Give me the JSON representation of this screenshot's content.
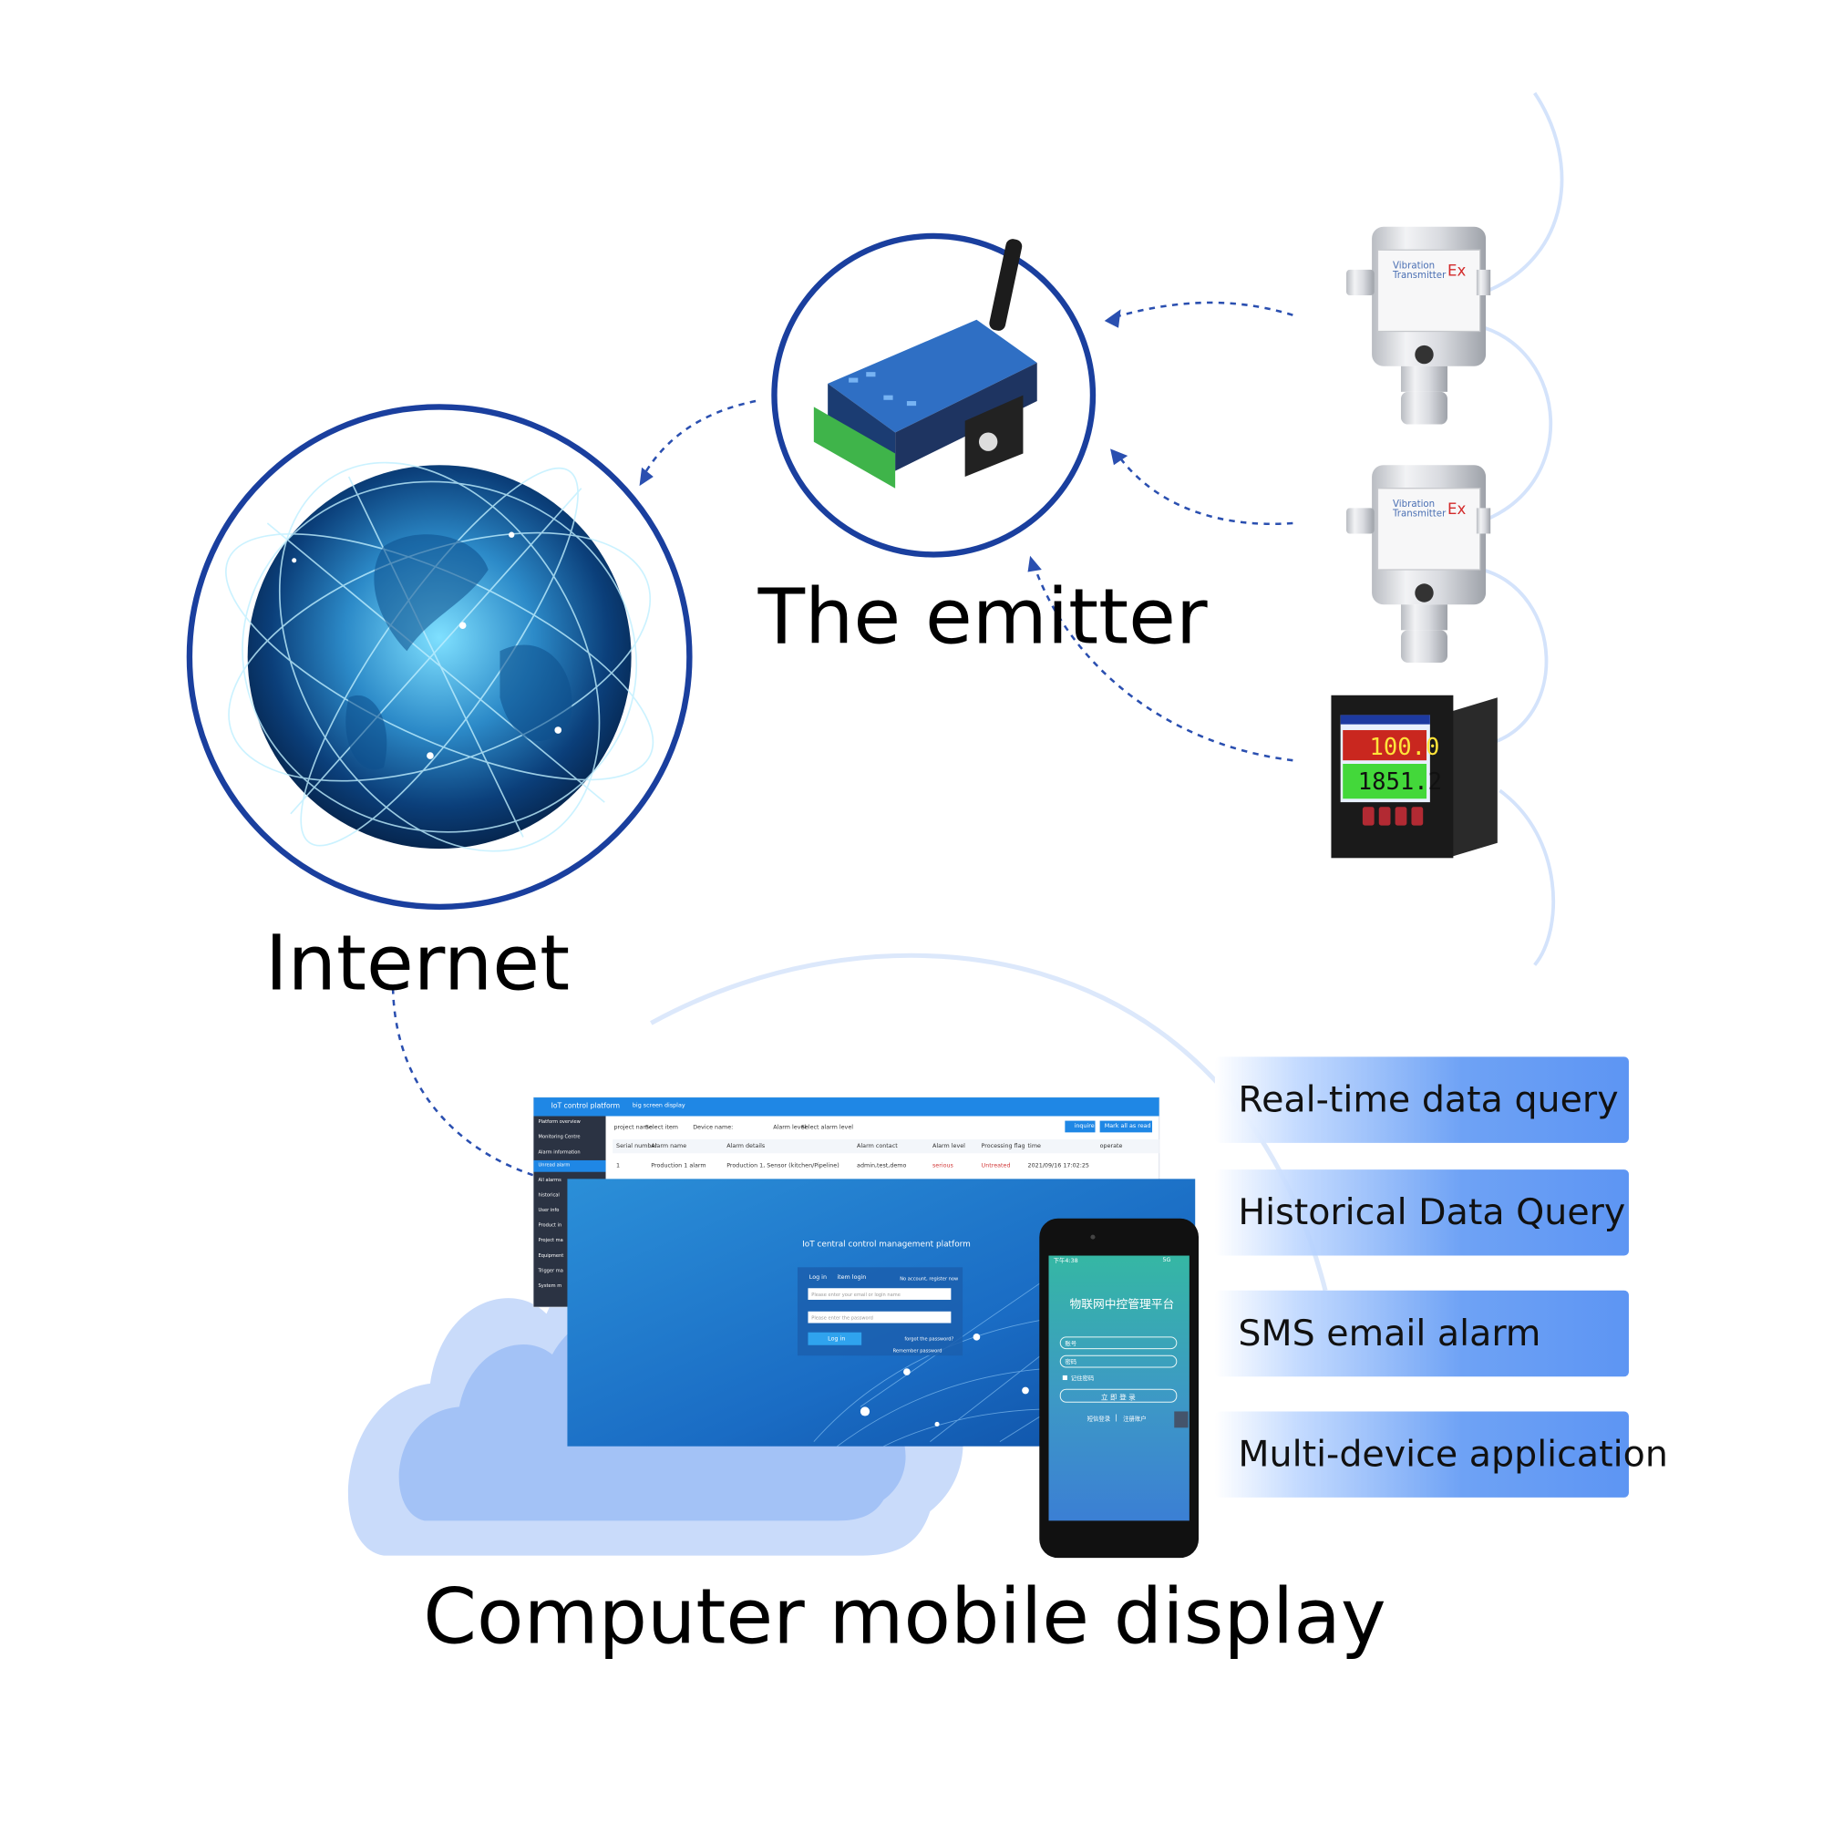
{
  "labels": {
    "internet": "Internet",
    "emitter": "The emitter",
    "display": "Computer mobile display"
  },
  "features": [
    "Real-time data query",
    "Historical Data Query",
    "SMS email alarm",
    "Multi-device application"
  ],
  "devices": {
    "transmitter_line1": "Vibration",
    "transmitter_line2": "Transmitter",
    "transmitter_mark": "Ex",
    "recorder_value1": "100.0",
    "recorder_value2": "1851.2"
  },
  "desktop": {
    "brand": "IoT control platform",
    "screen_title": "big screen display",
    "login_title": "IoT central control management platform",
    "login_tab1": "Log in",
    "login_tab2": "item login",
    "register": "No account, register now",
    "email_placeholder": "Please enter your email or login name",
    "password_placeholder": "Please enter the password",
    "login_button": "Log in",
    "forgot": "forgot the password?",
    "remember": "Remember password",
    "query_button": "inquire",
    "mark_button": "Mark all as read",
    "filters": [
      "project name:",
      "Select item",
      "Device name:",
      "Alarm level:",
      "Select alarm level"
    ],
    "columns": [
      "Serial number",
      "Alarm name",
      "Alarm details",
      "Alarm contact",
      "Alarm level",
      "Processing flag",
      "time",
      "operate"
    ],
    "row": [
      "1",
      "Production 1 alarm",
      "Production 1, Sensor (kitchen/Pipeline)",
      "admin,test,demo",
      "serious",
      "Untreated",
      "2021/09/16 17:02:25"
    ],
    "menu": [
      "Platform overview",
      "Monitoring Centre",
      "Alarm information",
      "Unread alarm",
      "All alarms",
      "historical",
      "User info",
      "Product in",
      "Project ma",
      "Equipment",
      "Trigger ma",
      "System m"
    ]
  },
  "phone": {
    "status_time": "下午4:38",
    "status_right": "5G",
    "title": "物联网中控管理平台",
    "account_placeholder": "账号",
    "password_placeholder": "密码",
    "remember": "记住密码",
    "login_button": "立 即 登 录",
    "sms_login": "短信登录",
    "separator": "|",
    "register": "注册账户"
  },
  "colors": {
    "ring": "#1a3f9e",
    "arrow": "#2a4fb0",
    "feature_box": "#5d95f3",
    "cloud": "#a9c6f7"
  }
}
